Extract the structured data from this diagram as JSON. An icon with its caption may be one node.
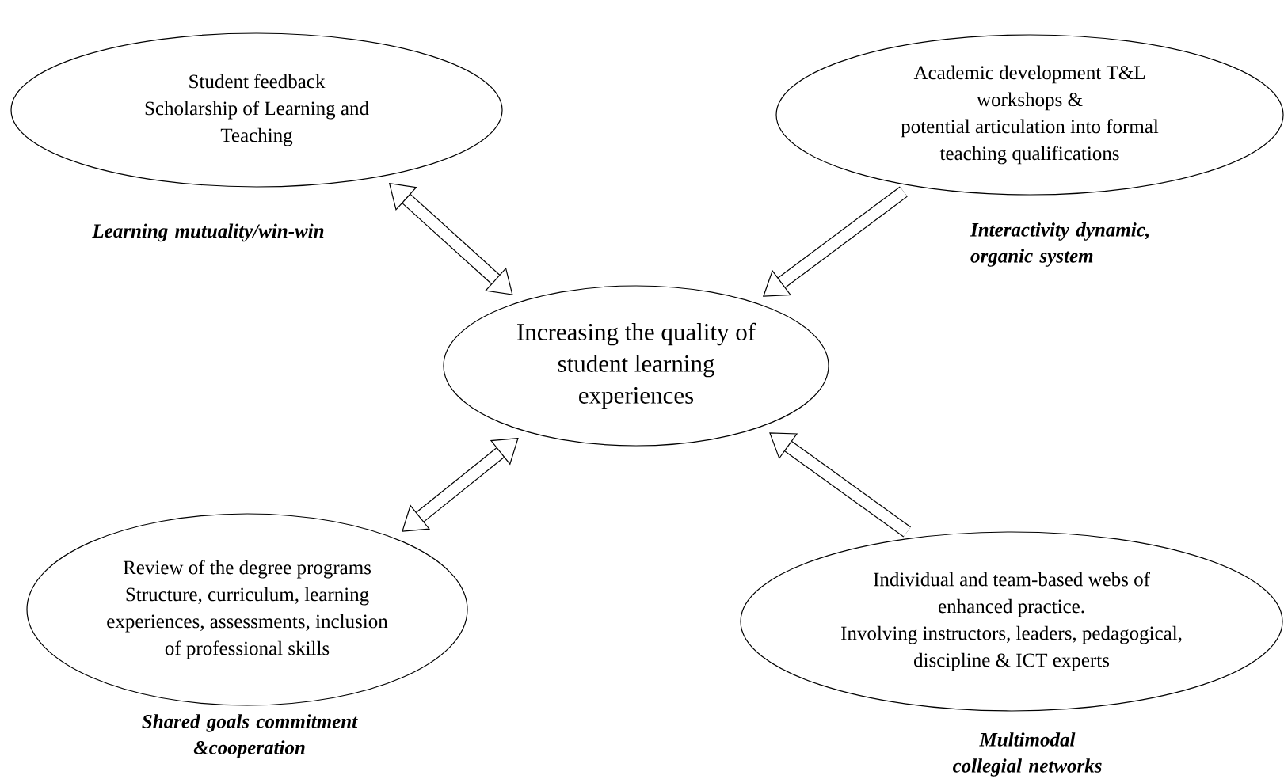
{
  "diagram": {
    "nodes": [
      {
        "text": [
          "Student feedback",
          "Scholarship of Learning and Teaching"
        ]
      },
      {
        "text": [
          "Academic development T&L workshops &",
          "potential articulation into formal teaching qualifications"
        ]
      },
      {
        "text": [
          "Increasing the quality of student learning experiences"
        ]
      },
      {
        "text": [
          "Review of the degree programs",
          "Structure, curriculum, learning experiences, assessments, inclusion of professional skills"
        ]
      },
      {
        "text": [
          "Individual and team-based webs of enhanced practice.",
          "Involving instructors, leaders, pedagogical, discipline & ICT experts"
        ]
      }
    ],
    "edges": [
      {
        "from": 0,
        "to": 2,
        "arrow": "both"
      },
      {
        "from": 1,
        "to": 2,
        "arrow": "to"
      },
      {
        "from": 3,
        "to": 2,
        "arrow": "both"
      },
      {
        "from": 4,
        "to": 2,
        "arrow": "to"
      }
    ],
    "labels": [
      "Learning mutuality/win-win",
      "Interactivity dynamic, organic system",
      "Shared goals commitment &cooperation",
      "Multimodal collegial networks"
    ]
  }
}
